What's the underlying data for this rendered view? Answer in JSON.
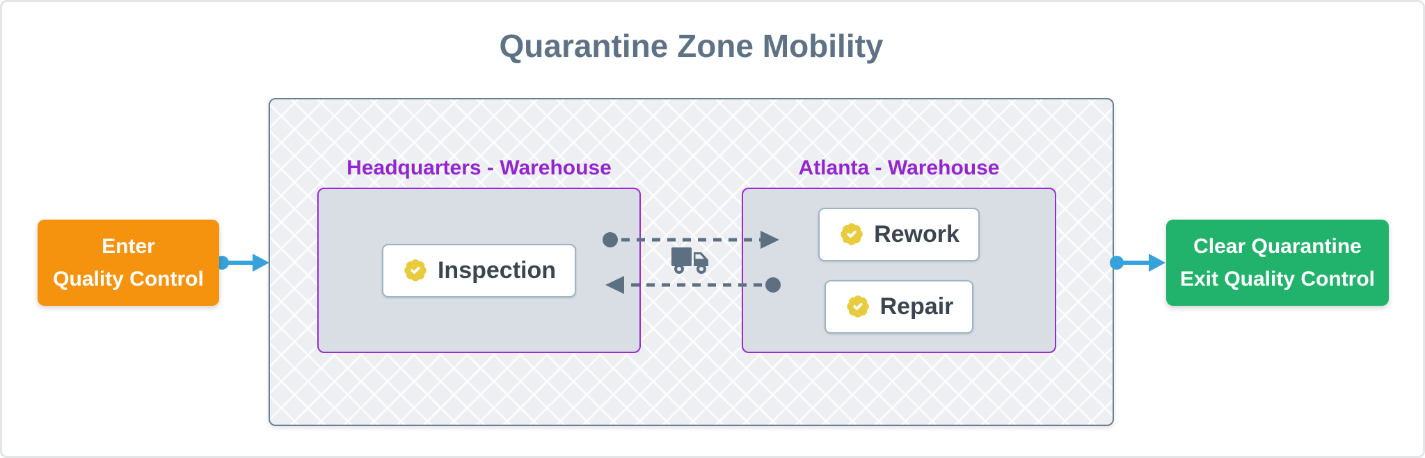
{
  "title": "Quarantine Zone Mobility",
  "flow": {
    "entry_button": {
      "label_line1": "Enter",
      "label_line2": "Quality Control"
    },
    "exit_button": {
      "label_line1": "Clear Quarantine",
      "label_line2": "Exit Quality Control"
    }
  },
  "quarantine_zone": {
    "warehouses": [
      {
        "label": "Headquarters - Warehouse",
        "operations": [
          {
            "label": "Inspection",
            "icon": "badge-check-icon"
          }
        ]
      },
      {
        "label": "Atlanta - Warehouse",
        "operations": [
          {
            "label": "Rework",
            "icon": "badge-check-icon"
          },
          {
            "label": "Repair",
            "icon": "badge-check-icon"
          }
        ]
      }
    ],
    "transfer": {
      "icon": "truck-icon",
      "directions": [
        "headquarters-to-atlanta",
        "atlanta-to-headquarters"
      ]
    }
  },
  "colors": {
    "title": "#5e7285",
    "enter_button": "#f6930e",
    "exit_button": "#21b36c",
    "warehouse_purple": "#9324d2",
    "connector_blue": "#36a2db",
    "transfer_slate": "#5c7082",
    "badge_yellow": "#e9cb3e",
    "zone_fill": "#edeff2",
    "warehouse_fill": "#d9dee5"
  }
}
